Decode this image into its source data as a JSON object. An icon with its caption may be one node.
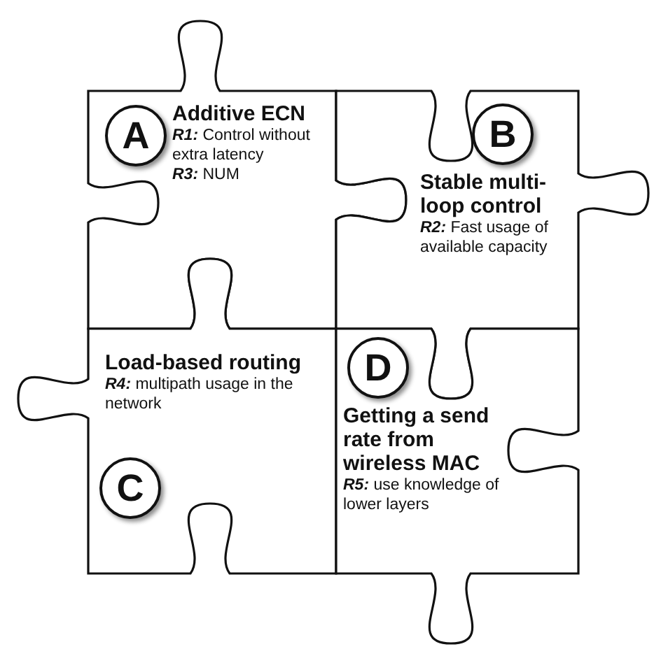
{
  "diagram": {
    "nodes": [
      {
        "text": [
          "Additive ECN",
          "**R1:** Control without extra latency",
          "**R3:** NUM"
        ]
      },
      {
        "text": [
          "A"
        ],
        "in": 0
      },
      {
        "text": [
          "Stable multi-loop control",
          "**R2:** Fast usage of available capacity"
        ]
      },
      {
        "text": [
          "B"
        ],
        "in": 2
      },
      {
        "text": [
          "Load-based routing",
          "**R4:** multipath usage in the network"
        ]
      },
      {
        "text": [
          "C"
        ],
        "in": 4
      },
      {
        "text": [
          "Getting a send rate from wireless MAC",
          "**R5:** use knowledge of lower layers"
        ]
      },
      {
        "text": [
          "D"
        ],
        "in": 6
      }
    ]
  }
}
